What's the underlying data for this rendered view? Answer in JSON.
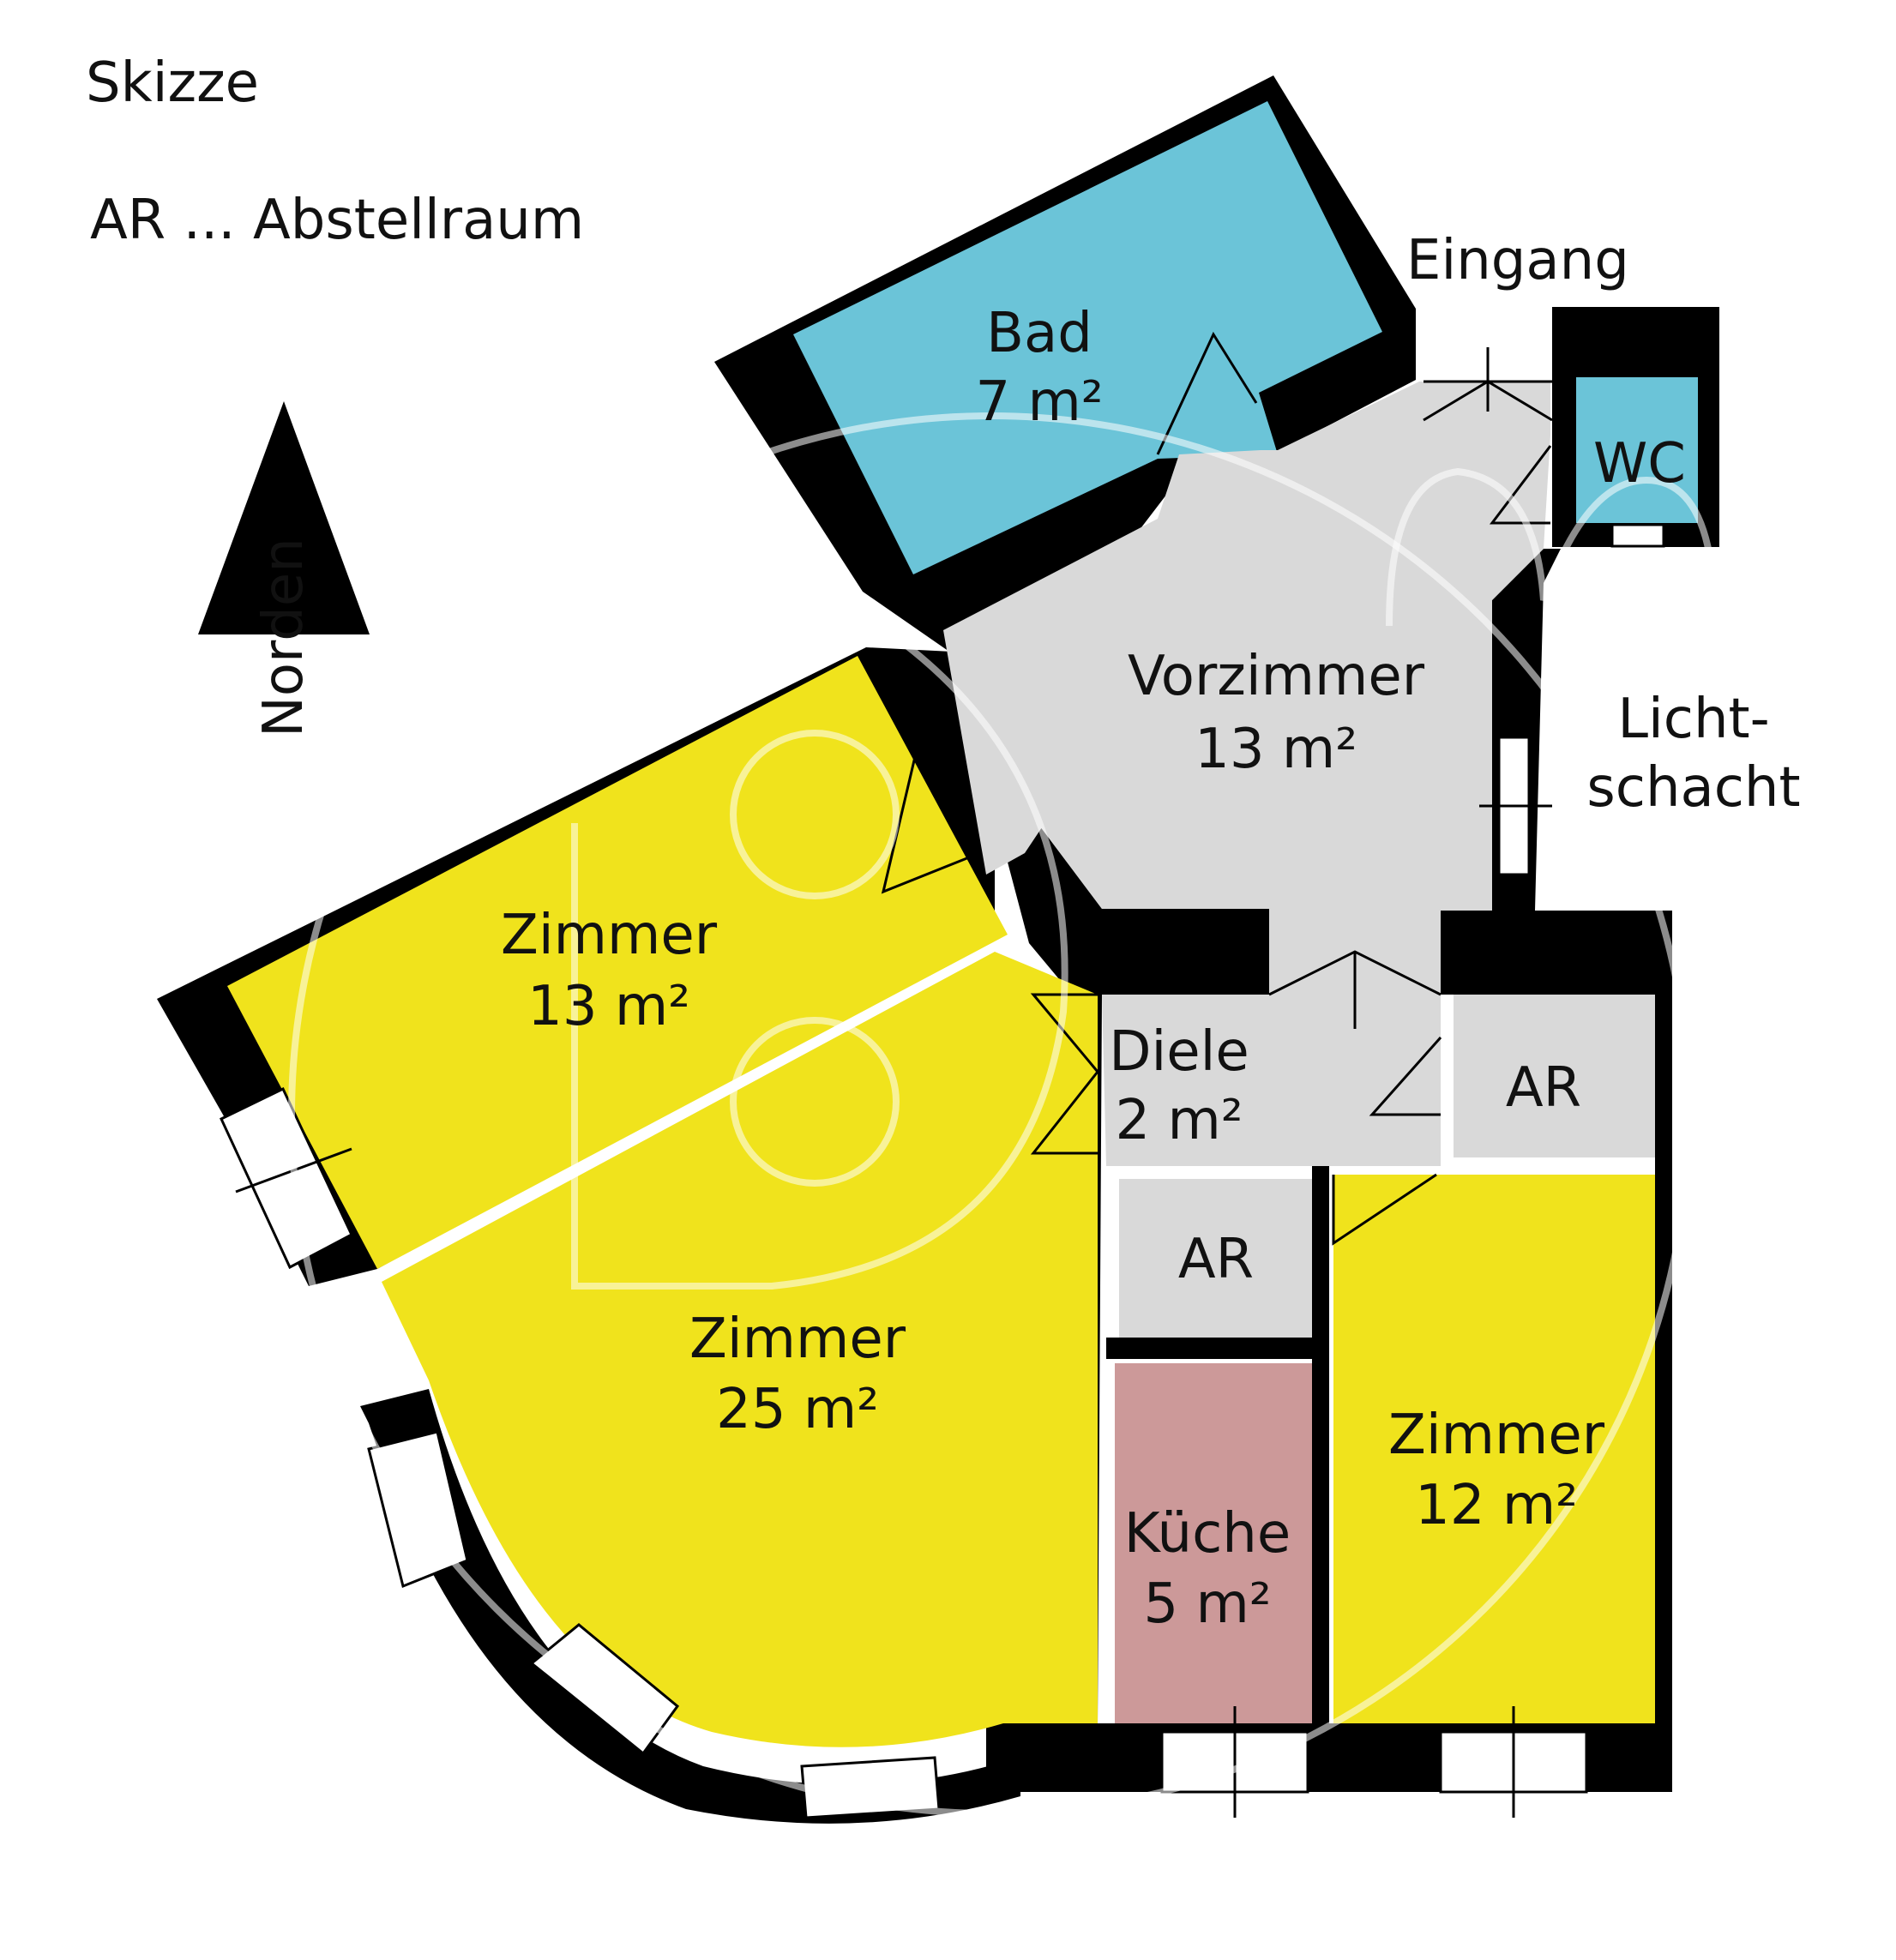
{
  "legend": {
    "title": "Skizze",
    "abbreviation": "AR ... Abstellraum",
    "north": "Norden"
  },
  "labels": {
    "entrance": "Eingang",
    "lightwell_1": "Licht-",
    "lightwell_2": "schacht"
  },
  "rooms": {
    "bad": {
      "name": "Bad",
      "area": "7 m²",
      "color": "#6bc4d8"
    },
    "wc": {
      "name": "WC",
      "color": "#6bc4d8"
    },
    "vorzimmer": {
      "name": "Vorzimmer",
      "area": "13 m²",
      "color": "#d9d9d9"
    },
    "zimmer_nw": {
      "name": "Zimmer",
      "area": "13 m²",
      "color": "#f0e31c"
    },
    "zimmer_w": {
      "name": "Zimmer",
      "area": "25 m²",
      "color": "#f0e31c"
    },
    "diele": {
      "name": "Diele",
      "area": "2 m²",
      "color": "#d9d9d9"
    },
    "ar_1": {
      "name": "AR",
      "color": "#d9d9d9"
    },
    "ar_2": {
      "name": "AR",
      "color": "#d9d9d9"
    },
    "kueche": {
      "name": "Küche",
      "area": "5 m²",
      "color": "#cc9999"
    },
    "zimmer_se": {
      "name": "Zimmer",
      "area": "12 m²",
      "color": "#f0e31c"
    }
  },
  "colors": {
    "wall": "#000000"
  }
}
